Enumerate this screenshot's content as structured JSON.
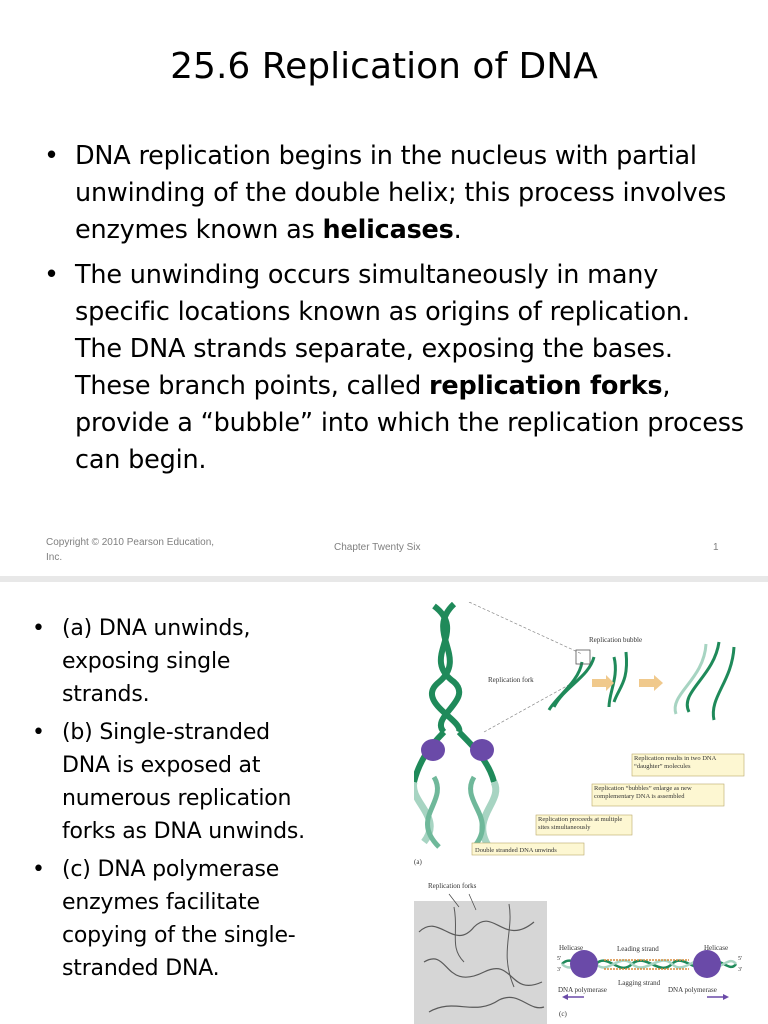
{
  "slide1": {
    "title": "25.6 Replication of DNA",
    "bullets": [
      {
        "pre": "DNA replication begins in the nucleus with partial unwinding of the double helix; this process involves enzymes known as ",
        "bold": "helicases",
        "post": "."
      },
      {
        "pre": "The unwinding occurs simultaneously in many specific locations known as origins of replication. The DNA strands separate, exposing the bases. These branch points, called ",
        "bold": "replication forks",
        "post": ", provide a “bubble” into which the replication process can begin."
      }
    ],
    "footer": {
      "copyright": "Copyright © 2010 Pearson Education, Inc.",
      "chapter": "Chapter Twenty Six",
      "page": "1"
    }
  },
  "slide2": {
    "bullets": [
      "(a) DNA unwinds, exposing single strands.",
      "(b) Single-stranded DNA is exposed at numerous replication forks as DNA unwinds.",
      "(c) DNA polymerase enzymes facilitate copying of the single-stranded DNA."
    ],
    "figure": {
      "replication_fork": "Replication fork",
      "replication_bubble": "Replication bubble",
      "results_note": "Replication results in two DNA “daughter” molecules",
      "bubbles_note": "Replication “bubbles” enlarge as new complementary DNA is assembled",
      "proceeds_note": "Replication proceeds at multiple sites simultaneously",
      "unwinds_note": "Double stranded DNA unwinds",
      "panel_a": "(a)",
      "replication_forks": "Replication forks",
      "helicase_left": "Helicase",
      "helicase_right": "Helicase",
      "leading_strand": "Leading strand",
      "lagging_strand": "Lagging strand",
      "polymerase_left": "DNA polymerase",
      "polymerase_right": "DNA polymerase",
      "panel_c": "(c)",
      "five_prime": "5'",
      "three_prime": "3'"
    }
  },
  "colors": {
    "strand_green": "#1f8a5a",
    "strand_light": "#a7d4c2",
    "helicase_purple": "#6a4aa8",
    "note_box": "#fdf7d2",
    "arrow_tan": "#f0c98c",
    "footer_gray": "#7f7f7f"
  }
}
